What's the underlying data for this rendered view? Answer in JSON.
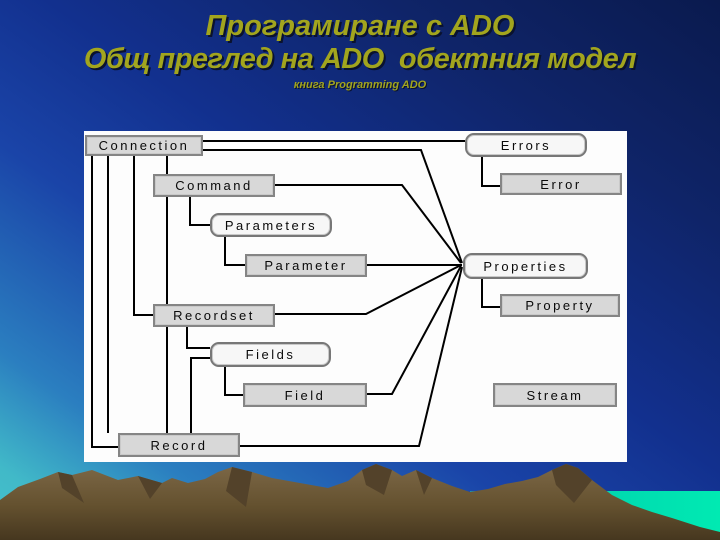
{
  "slide": {
    "title_line1": "Програмиране с ADO",
    "title_line2": "Общ преглед на ADO  обектния модел",
    "subtitle": "книга Programming ADO"
  },
  "diagram": {
    "nodes": [
      {
        "label": "Connection",
        "kind": "rect"
      },
      {
        "label": "Command",
        "kind": "rect"
      },
      {
        "label": "Parameters",
        "kind": "rounded-collection"
      },
      {
        "label": "Parameter",
        "kind": "rect"
      },
      {
        "label": "Recordset",
        "kind": "rect"
      },
      {
        "label": "Fields",
        "kind": "rounded-collection"
      },
      {
        "label": "Field",
        "kind": "rect"
      },
      {
        "label": "Record",
        "kind": "rect"
      },
      {
        "label": "Errors",
        "kind": "rounded-collection"
      },
      {
        "label": "Error",
        "kind": "rect"
      },
      {
        "label": "Properties",
        "kind": "rounded-collection"
      },
      {
        "label": "Property",
        "kind": "rect"
      },
      {
        "label": "Stream",
        "kind": "rect"
      }
    ],
    "edges": [
      [
        "Connection",
        "Errors"
      ],
      [
        "Connection",
        "Command"
      ],
      [
        "Connection",
        "Recordset"
      ],
      [
        "Connection",
        "Record"
      ],
      [
        "Connection",
        "Properties"
      ],
      [
        "Command",
        "Parameters"
      ],
      [
        "Command",
        "Properties"
      ],
      [
        "Parameters",
        "Parameter"
      ],
      [
        "Parameter",
        "Properties"
      ],
      [
        "Recordset",
        "Fields"
      ],
      [
        "Recordset",
        "Properties"
      ],
      [
        "Fields",
        "Field"
      ],
      [
        "Field",
        "Properties"
      ],
      [
        "Record",
        "Fields"
      ],
      [
        "Record",
        "Properties"
      ],
      [
        "Errors",
        "Error"
      ],
      [
        "Properties",
        "Property"
      ]
    ]
  },
  "colors": {
    "title_text": "#a2a51e",
    "background_top": "#0a1a4e",
    "background_mid": "#1a44a8",
    "background_teal": "#41b9c8",
    "panel": "#fdfdfd",
    "box_fill": "#d8d8d8",
    "collection_fill": "#f7f7f7",
    "line": "#000000",
    "mountain_light": "#7d6847",
    "mountain_shadow": "#53422a",
    "water": "#00eab2"
  }
}
